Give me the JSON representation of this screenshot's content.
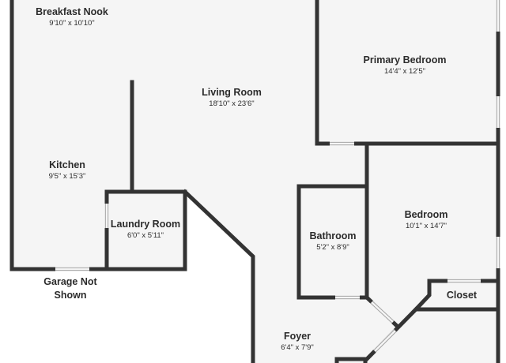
{
  "rooms": {
    "breakfast_nook": {
      "name": "Breakfast Nook",
      "dims": "9'10\" x 10'10\""
    },
    "living_room": {
      "name": "Living Room",
      "dims": "18'10\" x 23'6\""
    },
    "primary_bedroom": {
      "name": "Primary Bedroom",
      "dims": "14'4\" x 12'5\""
    },
    "kitchen": {
      "name": "Kitchen",
      "dims": "9'5\" x 15'3\""
    },
    "laundry_room": {
      "name": "Laundry Room",
      "dims": "6'0\" x 5'11\""
    },
    "bathroom": {
      "name": "Bathroom",
      "dims": "5'2\" x 8'9\""
    },
    "bedroom": {
      "name": "Bedroom",
      "dims": "10'1\" x 14'7\""
    },
    "closet": {
      "name": "Closet"
    },
    "foyer": {
      "name": "Foyer",
      "dims": "6'4\" x 7'9\""
    }
  },
  "garage_note": {
    "line1": "Garage Not",
    "line2": "Shown"
  },
  "colors": {
    "wall": "#333333",
    "floor": "#f5f5f5",
    "text": "#2b2b2b"
  }
}
